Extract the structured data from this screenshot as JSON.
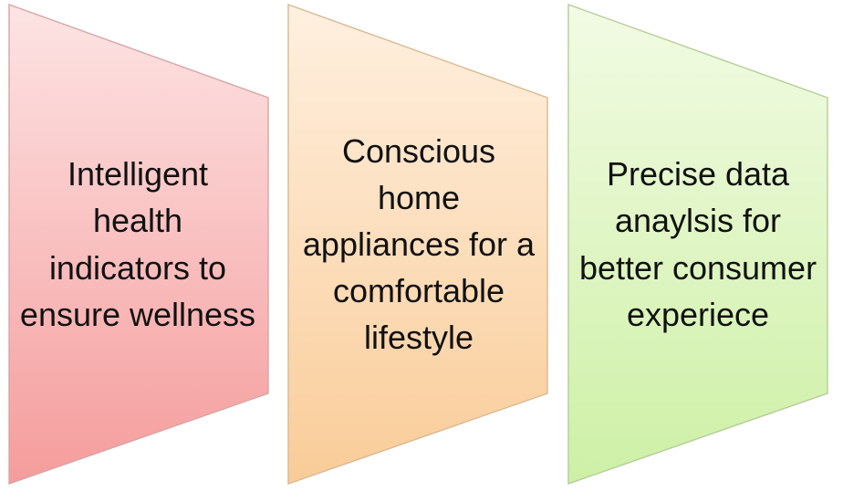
{
  "panels": [
    {
      "text": "Intelligent health indicators to ensure wellness",
      "fill_light": "#fde4e4",
      "fill_dark": "#f59c9c",
      "stroke": "#d6a6a6"
    },
    {
      "text": "Conscious home appliances for a comfortable lifestyle",
      "fill_light": "#fff0e0",
      "fill_dark": "#f9cc98",
      "stroke": "#d9b891"
    },
    {
      "text": "Precise data anaylsis for better consumer experiece",
      "fill_light": "#f2fbe4",
      "fill_dark": "#cdf0a5",
      "stroke": "#b7cc99"
    }
  ]
}
